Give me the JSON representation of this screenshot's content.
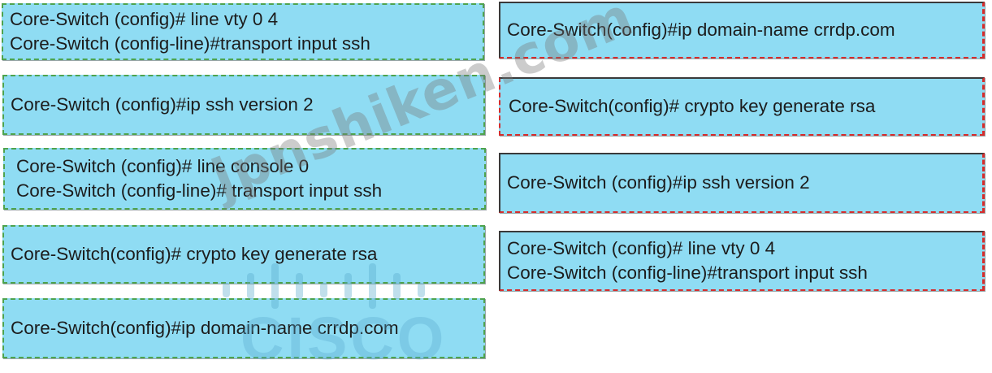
{
  "source_items": [
    {
      "lines": [
        "Core-Switch (config)# line vty  0 4",
        "Core-Switch (config-line)#transport input ssh"
      ]
    },
    {
      "lines": [
        "Core-Switch (config)#ip ssh version 2"
      ]
    },
    {
      "lines": [
        "Core-Switch (config)# line console 0",
        "Core-Switch (config-line)# transport input ssh"
      ]
    },
    {
      "lines": [
        "Core-Switch(config)# crypto key generate rsa"
      ]
    },
    {
      "lines": [
        "Core-Switch(config)#ip domain-name crrdp.com"
      ]
    }
  ],
  "target_items": [
    {
      "lines": [
        "Core-Switch(config)#ip domain-name crrdp.com"
      ]
    },
    {
      "lines": [
        "Core-Switch(config)# crypto key generate rsa"
      ]
    },
    {
      "lines": [
        "Core-Switch (config)#ip ssh version 2"
      ]
    },
    {
      "lines": [
        "Core-Switch (config)# line vty  0 4",
        "Core-Switch (config-line)#transport input ssh"
      ]
    }
  ],
  "watermark": {
    "text": "jpnshiken.com",
    "logo_word": "CISCO",
    "logo_icon": "cisco-bars-icon"
  },
  "colors": {
    "box_fill": "#8fdcf3",
    "source_border": "#4ea34e",
    "target_border": "#d62c2c",
    "text": "#1c1c1c"
  }
}
